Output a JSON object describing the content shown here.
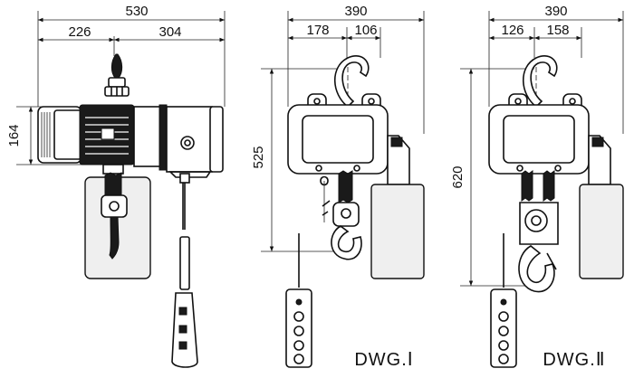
{
  "dimensions": {
    "side_total_width": "530",
    "side_left": "226",
    "side_right": "304",
    "side_height": "164",
    "dwg1_width": "390",
    "dwg1_left": "178",
    "dwg1_right": "106",
    "dwg1_height": "525",
    "dwg2_width": "390",
    "dwg2_left": "126",
    "dwg2_right": "158",
    "dwg2_height": "620"
  },
  "labels": {
    "dwg1": "DWG.Ⅰ",
    "dwg2": "DWG.Ⅱ"
  }
}
